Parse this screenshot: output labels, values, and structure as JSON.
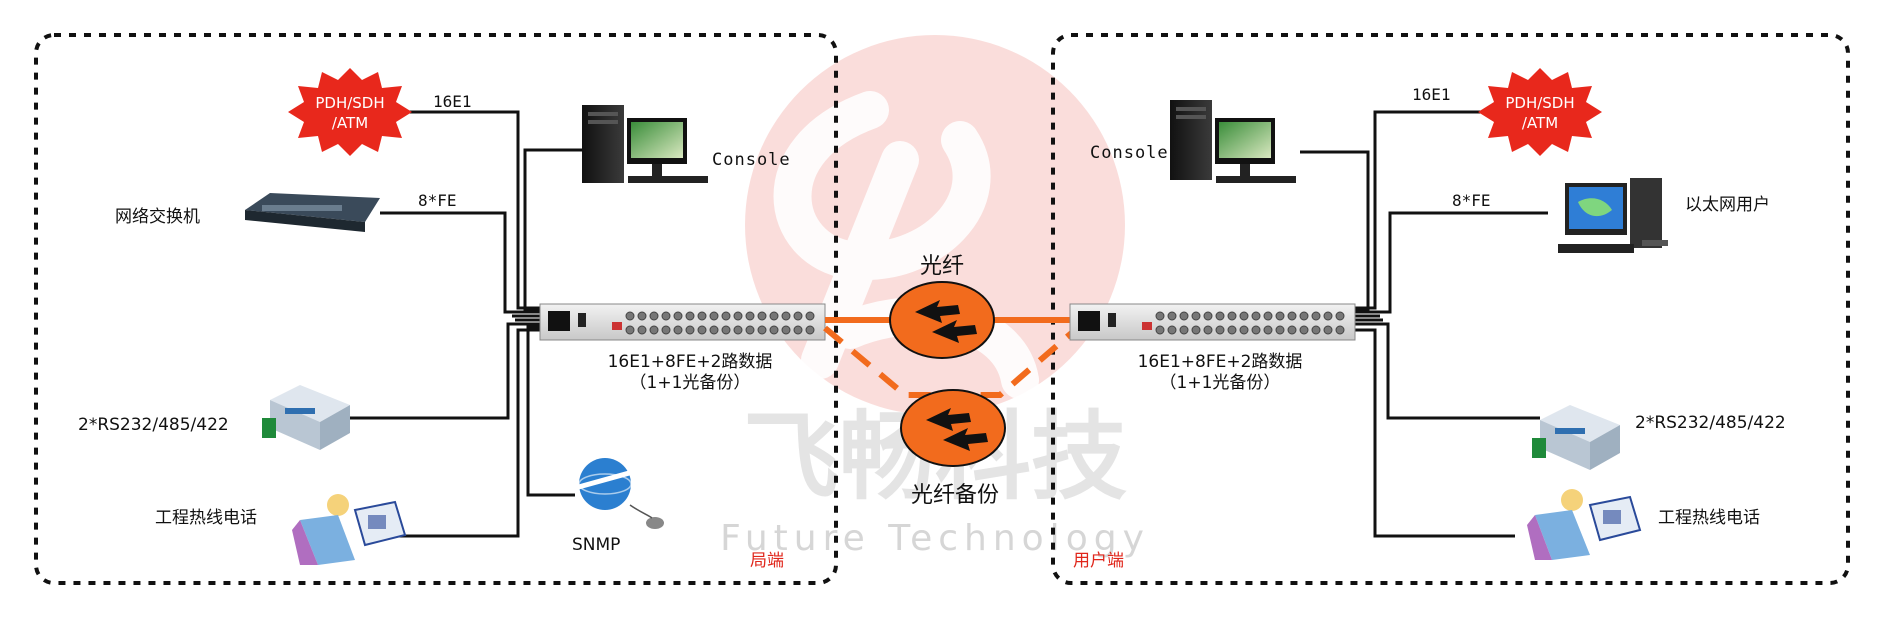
{
  "watermark": {
    "cn": "飞畅科技",
    "en": "Future Technology"
  },
  "left_site": {
    "zone_label": "局端",
    "pdh_lines": [
      "PDH/SDH",
      "/ATM"
    ],
    "e1_label": "16E1",
    "console_label": "Console",
    "switch_label": "网络交换机",
    "fe_label": "8*FE",
    "serial_label": "2*RS232/485/422",
    "phone_label": "工程热线电话",
    "snmp_label": "SNMP",
    "device_caption": "16E1+8FE+2路数据",
    "device_caption_sub": "（1+1光备份）"
  },
  "right_site": {
    "zone_label": "用户端",
    "pdh_lines": [
      "PDH/SDH",
      "/ATM"
    ],
    "e1_label": "16E1",
    "console_label": "Console",
    "ethernet_label": "以太网用户",
    "fe_label": "8*FE",
    "serial_label": "2*RS232/485/422",
    "phone_label": "工程热线电话",
    "device_caption": "16E1+8FE+2路数据",
    "device_caption_sub": "（1+1光备份）"
  },
  "link": {
    "fiber_label": "光纤",
    "backup_label": "光纤备份",
    "colors": {
      "fiber": "#f26b1d",
      "zone_text": "#e0261b"
    }
  }
}
